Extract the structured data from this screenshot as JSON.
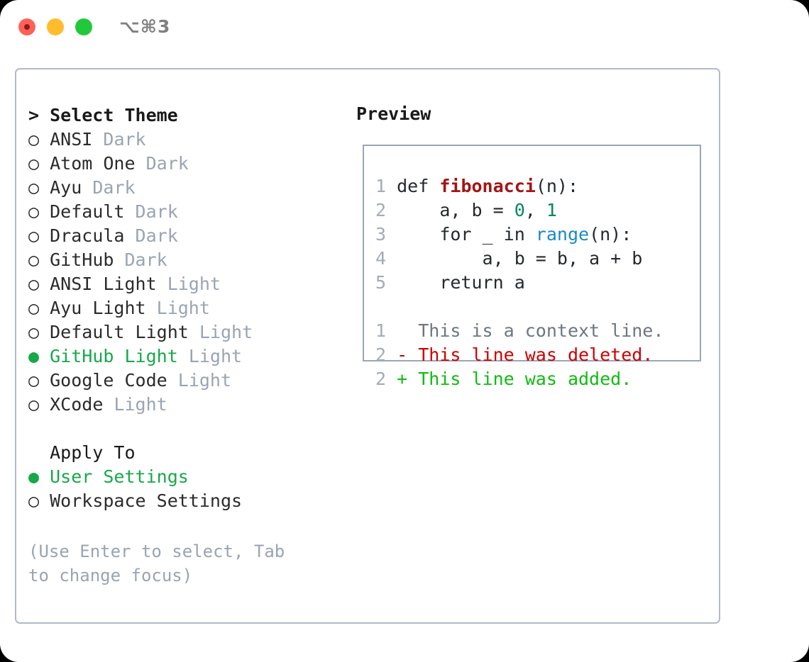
{
  "titlebar": {
    "shortcut": "⌥⌘3",
    "lights": [
      "close",
      "minimize",
      "zoom"
    ]
  },
  "theme_panel": {
    "header": "> Select Theme",
    "options": [
      {
        "bullet": "○",
        "label": "ANSI",
        "badge": "Dark",
        "selected": false
      },
      {
        "bullet": "○",
        "label": "Atom One",
        "badge": "Dark",
        "selected": false
      },
      {
        "bullet": "○",
        "label": "Ayu",
        "badge": "Dark",
        "selected": false
      },
      {
        "bullet": "○",
        "label": "Default",
        "badge": "Dark",
        "selected": false
      },
      {
        "bullet": "○",
        "label": "Dracula",
        "badge": "Dark",
        "selected": false
      },
      {
        "bullet": "○",
        "label": "GitHub",
        "badge": "Dark",
        "selected": false
      },
      {
        "bullet": "○",
        "label": "ANSI Light",
        "badge": "Light",
        "selected": false
      },
      {
        "bullet": "○",
        "label": "Ayu Light",
        "badge": "Light",
        "selected": false
      },
      {
        "bullet": "○",
        "label": "Default Light",
        "badge": "Light",
        "selected": false
      },
      {
        "bullet": "●",
        "label": "GitHub Light",
        "badge": "Light",
        "selected": true
      },
      {
        "bullet": "○",
        "label": "Google Code",
        "badge": "Light",
        "selected": false
      },
      {
        "bullet": "○",
        "label": "XCode",
        "badge": "Light",
        "selected": false
      }
    ]
  },
  "apply_to": {
    "header": "  Apply To",
    "options": [
      {
        "bullet": "●",
        "label": "User Settings",
        "selected": true
      },
      {
        "bullet": "○",
        "label": "Workspace Settings",
        "selected": false
      }
    ]
  },
  "hint": "(Use Enter to select, Tab to change focus)",
  "preview": {
    "title": "Preview",
    "code_lines": [
      {
        "number": "1",
        "tokens": [
          {
            "text": "def ",
            "kind": "kw"
          },
          {
            "text": "fibonacci",
            "kind": "fn"
          },
          {
            "text": "(n):",
            "kind": "plain"
          }
        ]
      },
      {
        "number": "2",
        "tokens": [
          {
            "text": "    a, b = ",
            "kind": "plain"
          },
          {
            "text": "0",
            "kind": "num"
          },
          {
            "text": ", ",
            "kind": "plain"
          },
          {
            "text": "1",
            "kind": "num"
          }
        ]
      },
      {
        "number": "3",
        "tokens": [
          {
            "text": "    for _ in ",
            "kind": "plain"
          },
          {
            "text": "range",
            "kind": "builtin"
          },
          {
            "text": "(n):",
            "kind": "plain"
          }
        ]
      },
      {
        "number": "4",
        "tokens": [
          {
            "text": "        a, b = b, a + b",
            "kind": "plain"
          }
        ]
      },
      {
        "number": "5",
        "tokens": [
          {
            "text": "    return a",
            "kind": "plain"
          }
        ]
      }
    ],
    "diff_lines": [
      {
        "number": "1",
        "marker": "  ",
        "text": "This is a context line.",
        "kind": "ctx"
      },
      {
        "number": "2",
        "marker": "- ",
        "text": "This line was deleted.",
        "kind": "del"
      },
      {
        "number": "2",
        "marker": "+ ",
        "text": "This line was added.",
        "kind": "add"
      }
    ]
  },
  "colors": {
    "accent_green": "#17a84a",
    "muted": "#9aa4b2",
    "border": "#b1bac8",
    "preview_border": "#9aa6b8",
    "diff_add": "#11bb11",
    "diff_del": "#cc0000",
    "keyword": "#24292e",
    "function": "#a31515",
    "number": "#098658",
    "builtin": "#1a8ac4"
  }
}
